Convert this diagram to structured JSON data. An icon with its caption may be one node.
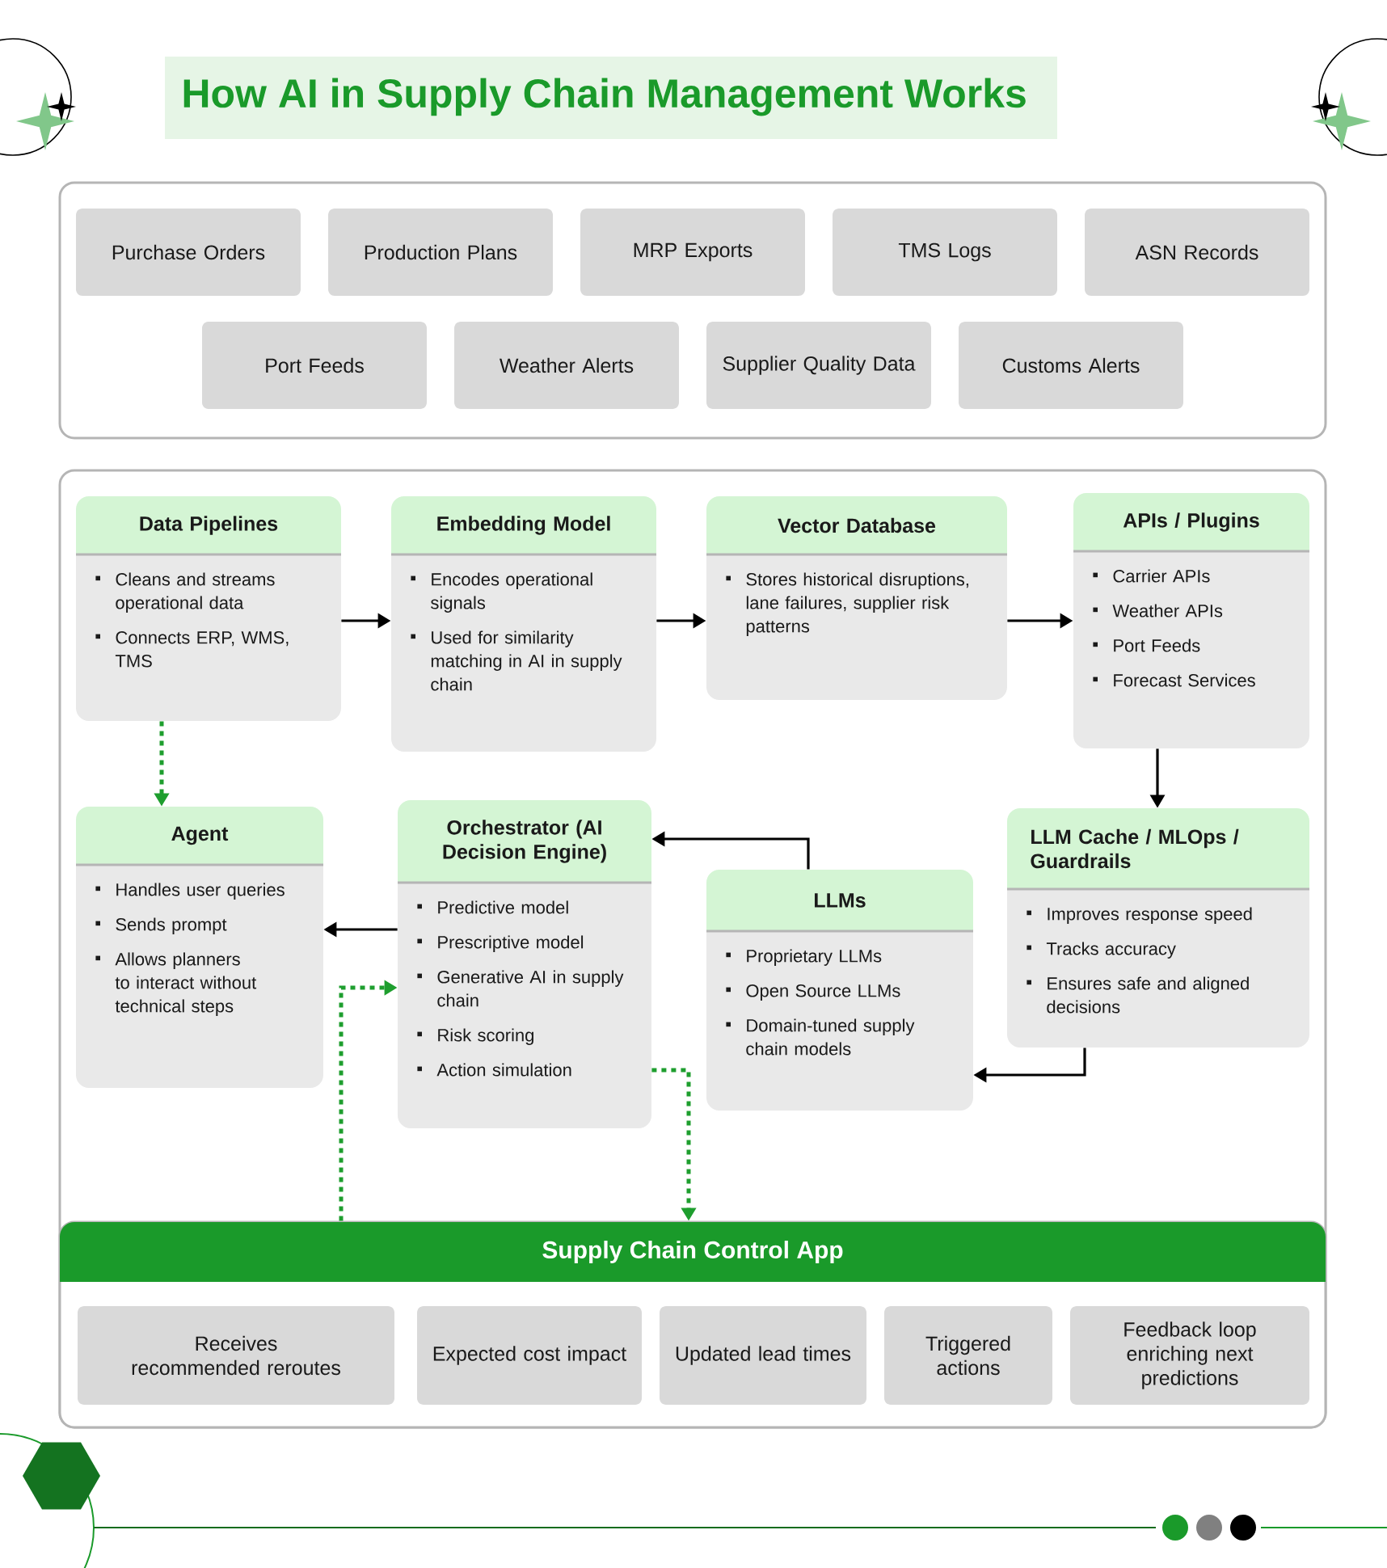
{
  "diagram": {
    "title": "How AI in Supply Chain Management Works",
    "nodes": [
      {
        "text": [],
        "shape": "box"
      },
      {
        "text": [
          "Purchase Orders"
        ],
        "in": 0
      },
      {
        "text": [
          "Production Plans"
        ],
        "in": 0
      },
      {
        "text": [
          "MRP Exports"
        ],
        "in": 0
      },
      {
        "text": [
          "TMS Logs"
        ],
        "in": 0
      },
      {
        "text": [
          "ASN Records"
        ],
        "in": 0
      },
      {
        "text": [
          "Port Feeds"
        ],
        "in": 0
      },
      {
        "text": [
          "Weather Alerts"
        ],
        "in": 0
      },
      {
        "text": [
          "Supplier Quality Data"
        ],
        "in": 0
      },
      {
        "text": [
          "Customs Alerts"
        ],
        "in": 0
      },
      {
        "text": [],
        "shape": "box"
      },
      {
        "text": [
          "Data Pipelines",
          "Cleans and streams operational data",
          "Connects ERP, WMS, TMS"
        ],
        "in": 10
      },
      {
        "text": [
          "Embedding Model",
          "Encodes operational signals",
          "Used for similarity matching in AI in supply chain"
        ],
        "in": 10
      },
      {
        "text": [
          "Vector Database",
          "Stores historical disruptions, lane failures, supplier risk patterns"
        ],
        "in": 10
      },
      {
        "text": [
          "APIs / Plugins",
          "Carrier APIs",
          "Weather APIs",
          "Port Feeds",
          "Forecast Services"
        ],
        "in": 10
      },
      {
        "text": [
          "Agent",
          "Handles user queries",
          "Sends prompt",
          "Allows planners to interact without technical steps"
        ],
        "in": 10
      },
      {
        "text": [
          "Orchestrator (AI Decision Engine)",
          "Predictive model",
          "Prescriptive model",
          "Generative AI in supply chain",
          "Risk scoring",
          "Action simulation"
        ],
        "in": 10
      },
      {
        "text": [
          "LLMs",
          "Proprietary LLMs",
          "Open Source LLMs",
          "Domain-tuned supply chain models"
        ],
        "in": 10
      },
      {
        "text": [
          "LLM Cache / MLOps / Guardrails",
          "Improves response speed",
          "Tracks accuracy",
          "Ensures safe and aligned decisions"
        ],
        "in": 10
      },
      {
        "text": [
          "Supply Chain Control App"
        ],
        "in": 10
      },
      {
        "text": [
          "Receives recommended reroutes"
        ],
        "in": 19
      },
      {
        "text": [
          "Expected cost impact"
        ],
        "in": 19
      },
      {
        "text": [
          "Updated lead times"
        ],
        "in": 19
      },
      {
        "text": [
          "Triggered actions"
        ],
        "in": 19
      },
      {
        "text": [
          "Feedback loop enriching next predictions"
        ],
        "in": 19
      }
    ],
    "edges": [
      {
        "from": 11,
        "to": 12,
        "arrow": "to"
      },
      {
        "from": 12,
        "to": 13,
        "arrow": "to"
      },
      {
        "from": 13,
        "to": 14,
        "arrow": "to"
      },
      {
        "from": 14,
        "to": 18,
        "arrow": "to"
      },
      {
        "from": 18,
        "to": 17,
        "arrow": "to"
      },
      {
        "from": 17,
        "to": 16,
        "arrow": "to"
      },
      {
        "from": 16,
        "to": 15,
        "arrow": "to"
      },
      {
        "from": 11,
        "to": 15,
        "arrow": "to",
        "style": "dashed",
        "color": "#1e9e2e"
      },
      {
        "from": 19,
        "to": 16,
        "arrow": "to",
        "style": "dashed",
        "color": "#1e9e2e"
      },
      {
        "from": 16,
        "to": 19,
        "arrow": "to",
        "style": "dashed",
        "color": "#1e9e2e"
      }
    ]
  }
}
